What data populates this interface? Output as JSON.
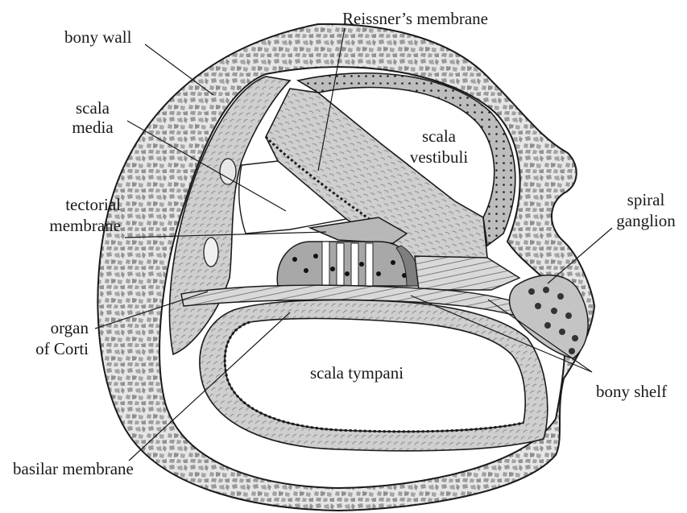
{
  "labels": {
    "bony_wall": "bony wall",
    "reissners_membrane": "Reissner’s membrane",
    "scala_media_1": "scala",
    "scala_media_2": "media",
    "scala_vestibuli_1": "scala",
    "scala_vestibuli_2": "vestibuli",
    "tectorial_1": "tectorial",
    "tectorial_2": "membrane",
    "spiral_ganglion_1": "spiral",
    "spiral_ganglion_2": "ganglion",
    "organ_of_corti_1": "organ",
    "organ_of_corti_2": "of Corti",
    "scala_tympani": "scala tympani",
    "bony_shelf": "bony shelf",
    "basilar_membrane": "basilar membrane"
  },
  "colors": {
    "bone_fill": "#e4e4e4",
    "bone_fleck": "#9a9a9a",
    "tissue_fill": "#c9c9c9",
    "tissue_stroke": "#2b2b2b",
    "membrane_fill": "#d6d6d6",
    "tectorial_fill": "#b8b8b8",
    "cell_fill": "#aaaaaa",
    "nucleus": "#111111",
    "line": "#1a1a1a",
    "space": "#ffffff"
  }
}
